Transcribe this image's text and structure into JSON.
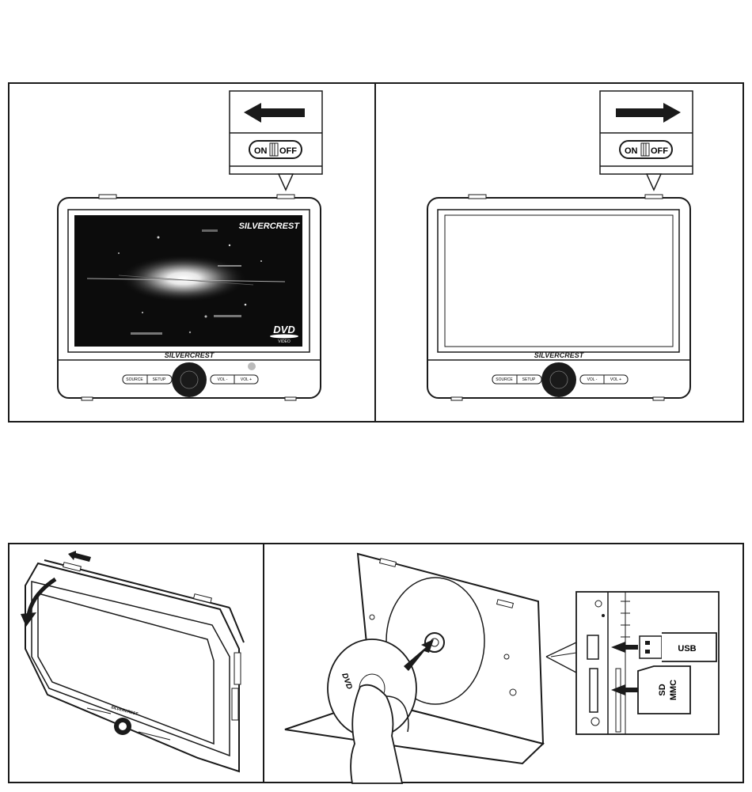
{
  "switch": {
    "on": "ON",
    "off": "OFF"
  },
  "brand": "SILVERCREST",
  "dvd_logo": {
    "main": "DVD",
    "sub": "VIDEO"
  },
  "buttons": {
    "source": "SOURCE",
    "setup": "SETUP",
    "vol_minus": "VOL -",
    "vol_plus": "VOL +"
  },
  "usb_label": "USB",
  "card_label": {
    "line1": "SD",
    "line2": "MMC"
  },
  "disc_label": "DVD",
  "colors": {
    "ink": "#1a1a1a",
    "screen": "#0c0c0c",
    "paper": "#ffffff"
  }
}
